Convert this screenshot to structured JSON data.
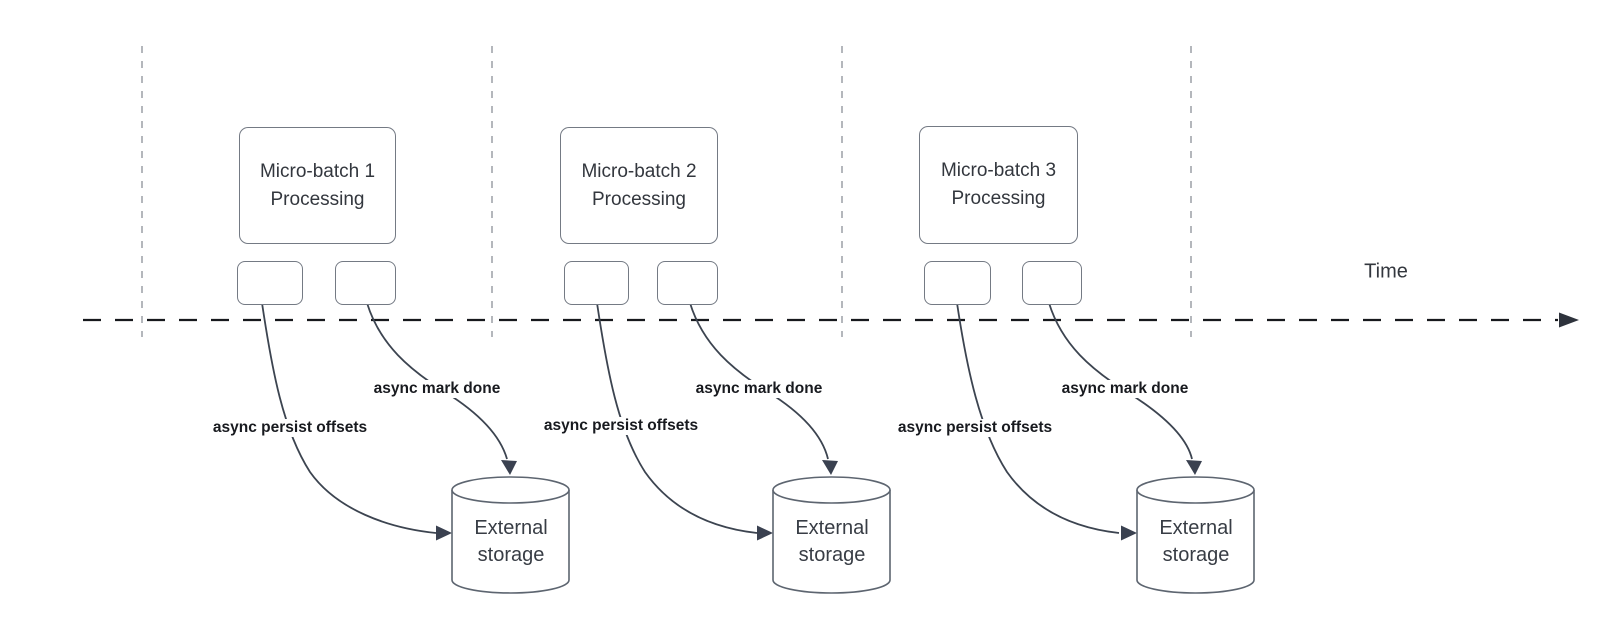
{
  "timeline": {
    "label": "Time"
  },
  "colors": {
    "shape_border": "#747a84",
    "connector": "#3c4450",
    "timeline_line": "#17191d",
    "lane_divider": "#b4b7bc",
    "label_text": "#181a1f",
    "box_text": "#33373e"
  },
  "groups": [
    {
      "title": "Micro-batch 1",
      "subtitle": "Processing",
      "persist_label": "async persist offsets",
      "done_label": "async mark done",
      "storage_label": "External storage"
    },
    {
      "title": "Micro-batch 2",
      "subtitle": "Processing",
      "persist_label": "async persist offsets",
      "done_label": "async mark done",
      "storage_label": "External storage"
    },
    {
      "title": "Micro-batch 3",
      "subtitle": "Processing",
      "persist_label": "async persist offsets",
      "done_label": "async mark done",
      "storage_label": "External storage"
    }
  ]
}
